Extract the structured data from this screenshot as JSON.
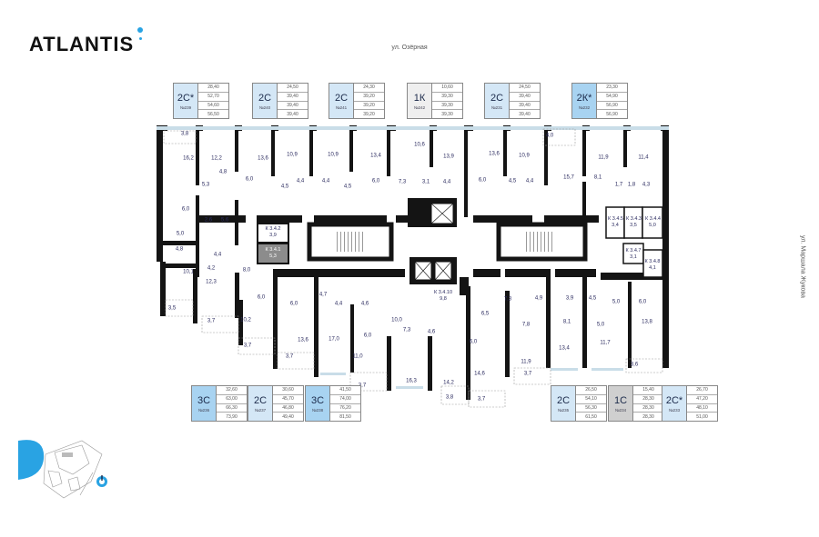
{
  "brand": {
    "logo_text": "ATLANTIS",
    "accent": "#29a3e3"
  },
  "streets": {
    "top": "ул. Озёрная",
    "right": "ул. Маршала Жукова"
  },
  "colors": {
    "light_blue": "#d4e7f6",
    "blue": "#a8d3f1",
    "light_grey": "#efefef",
    "grey": "#cfcfcf",
    "wall": "#141414",
    "storage_selected": "#8c8c8c",
    "window": "#c9dde8"
  },
  "apartments_top": [
    {
      "type": "2С*",
      "number": "№239",
      "areas": [
        "28,40",
        "52,70",
        "54,60",
        "56,50"
      ],
      "color": "light_blue"
    },
    {
      "type": "2С",
      "number": "№240",
      "areas": [
        "24,50",
        "39,40",
        "39,40",
        "39,40"
      ],
      "color": "light_blue"
    },
    {
      "type": "2С",
      "number": "№241",
      "areas": [
        "24,30",
        "39,20",
        "39,20",
        "39,20"
      ],
      "color": "light_blue"
    },
    {
      "type": "1К",
      "number": "№242",
      "areas": [
        "10,60",
        "39,30",
        "39,30",
        "39,30"
      ],
      "color": "light_grey"
    },
    {
      "type": "2С",
      "number": "№231",
      "areas": [
        "24,50",
        "39,40",
        "39,40",
        "39,40"
      ],
      "color": "light_blue"
    },
    {
      "type": "2К*",
      "number": "№232",
      "areas": [
        "23,30",
        "54,90",
        "56,90",
        "56,90"
      ],
      "color": "blue"
    }
  ],
  "apartments_bottom": [
    {
      "type": "3С",
      "number": "№236",
      "areas": [
        "32,60",
        "63,00",
        "66,30",
        "73,90"
      ],
      "color": "blue"
    },
    {
      "type": "2С",
      "number": "№237",
      "areas": [
        "30,60",
        "45,70",
        "46,80",
        "49,40"
      ],
      "color": "light_blue"
    },
    {
      "type": "3С",
      "number": "№238",
      "areas": [
        "41,50",
        "74,00",
        "76,20",
        "81,50"
      ],
      "color": "blue"
    },
    {
      "type": "2С",
      "number": "№235",
      "areas": [
        "26,50",
        "54,10",
        "56,30",
        "61,50"
      ],
      "color": "light_blue"
    },
    {
      "type": "1С",
      "number": "№234",
      "areas": [
        "15,40",
        "28,30",
        "28,30",
        "28,30"
      ],
      "color": "grey"
    },
    {
      "type": "2С*",
      "number": "№233",
      "areas": [
        "26,70",
        "47,20",
        "48,10",
        "51,00"
      ],
      "color": "light_blue"
    }
  ],
  "plan": {
    "rooms": [
      "3,8",
      "16,2",
      "12,2",
      "4,8",
      "5,3",
      "13,6",
      "6,0",
      "10,9",
      "4,5",
      "4,4",
      "10,9",
      "4,4",
      "4,5",
      "13,4",
      "6,0",
      "10,6",
      "13,9",
      "7,3",
      "3,1",
      "4,4",
      "13,6",
      "6,0",
      "4,5",
      "4,4",
      "10,9",
      "4,0",
      "15,7",
      "8,1",
      "11,9",
      "11,4",
      "1,7",
      "1,8",
      "4,3",
      "6,0",
      "2,6",
      "5,6",
      "5,0",
      "4,8",
      "4,4",
      "4,2",
      "10,1",
      "8,0",
      "12,3",
      "6,0",
      "3,5",
      "3,7",
      "10,2",
      "3,7",
      "6,0",
      "4,7",
      "4,4",
      "4,6",
      "13,6",
      "17,0",
      "6,0",
      "11,0",
      "3,7",
      "3,7",
      "10,0",
      "7,3",
      "4,6",
      "16,3",
      "14,2",
      "3,8",
      "6,5",
      "7,3",
      "4,9",
      "3,9",
      "4,5",
      "5,0",
      "6,0",
      "6,0",
      "7,8",
      "8,1",
      "5,0",
      "13,8",
      "14,6",
      "11,9",
      "13,4",
      "11,7",
      "3,7",
      "3,6",
      "3,7"
    ],
    "storages": [
      {
        "code": "К 3.4.2",
        "area": "3,9"
      },
      {
        "code": "К 3.4.1",
        "area": "5,3"
      },
      {
        "code": "К 3.4.5",
        "area": "3,4"
      },
      {
        "code": "К 3.4.3",
        "area": "3,5"
      },
      {
        "code": "К 3.4.4",
        "area": "5,0"
      },
      {
        "code": "К 3.4.7",
        "area": "3,1"
      },
      {
        "code": "К 3.4.8",
        "area": "4,1"
      },
      {
        "code": "К 3.4.10",
        "area": "9,8"
      }
    ]
  }
}
